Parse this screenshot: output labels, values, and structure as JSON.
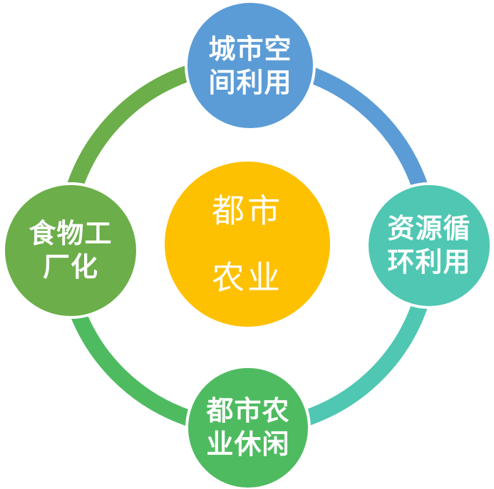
{
  "colors": {
    "background": "#FFFFFF",
    "label_text": "#FFFFFF",
    "blue": "#5B9CD6",
    "teal": "#4FC7B2",
    "green": "#4FBB61",
    "olive": "#6CAE4A",
    "yellow": "#FEC101"
  },
  "center_node": {
    "name": "都市农业",
    "lines": [
      "都市",
      "农业"
    ],
    "color": "#FEC101"
  },
  "nodes": [
    {
      "name": "城市空间利用",
      "lines": [
        "城市空",
        "间利用"
      ],
      "color": "#5B9CD6",
      "position": "top"
    },
    {
      "name": "资源循环利用",
      "lines": [
        "资源循",
        "环利用"
      ],
      "color": "#4FC7B2",
      "position": "right"
    },
    {
      "name": "都市农业休闲",
      "lines": [
        "都市农",
        "业休闲"
      ],
      "color": "#4FBB61",
      "position": "bottom"
    },
    {
      "name": "食物工厂化",
      "lines": [
        "食物工",
        "厂化"
      ],
      "color": "#6CAE4A",
      "position": "left"
    }
  ],
  "ring": {
    "segments": [
      {
        "from": "top",
        "to": "right",
        "color": "#5B9CD6"
      },
      {
        "from": "right",
        "to": "bottom",
        "color": "#4FC7B2"
      },
      {
        "from": "bottom",
        "to": "left",
        "color": "#4FBB61"
      },
      {
        "from": "left",
        "to": "top",
        "color": "#6CAE4A"
      }
    ]
  }
}
